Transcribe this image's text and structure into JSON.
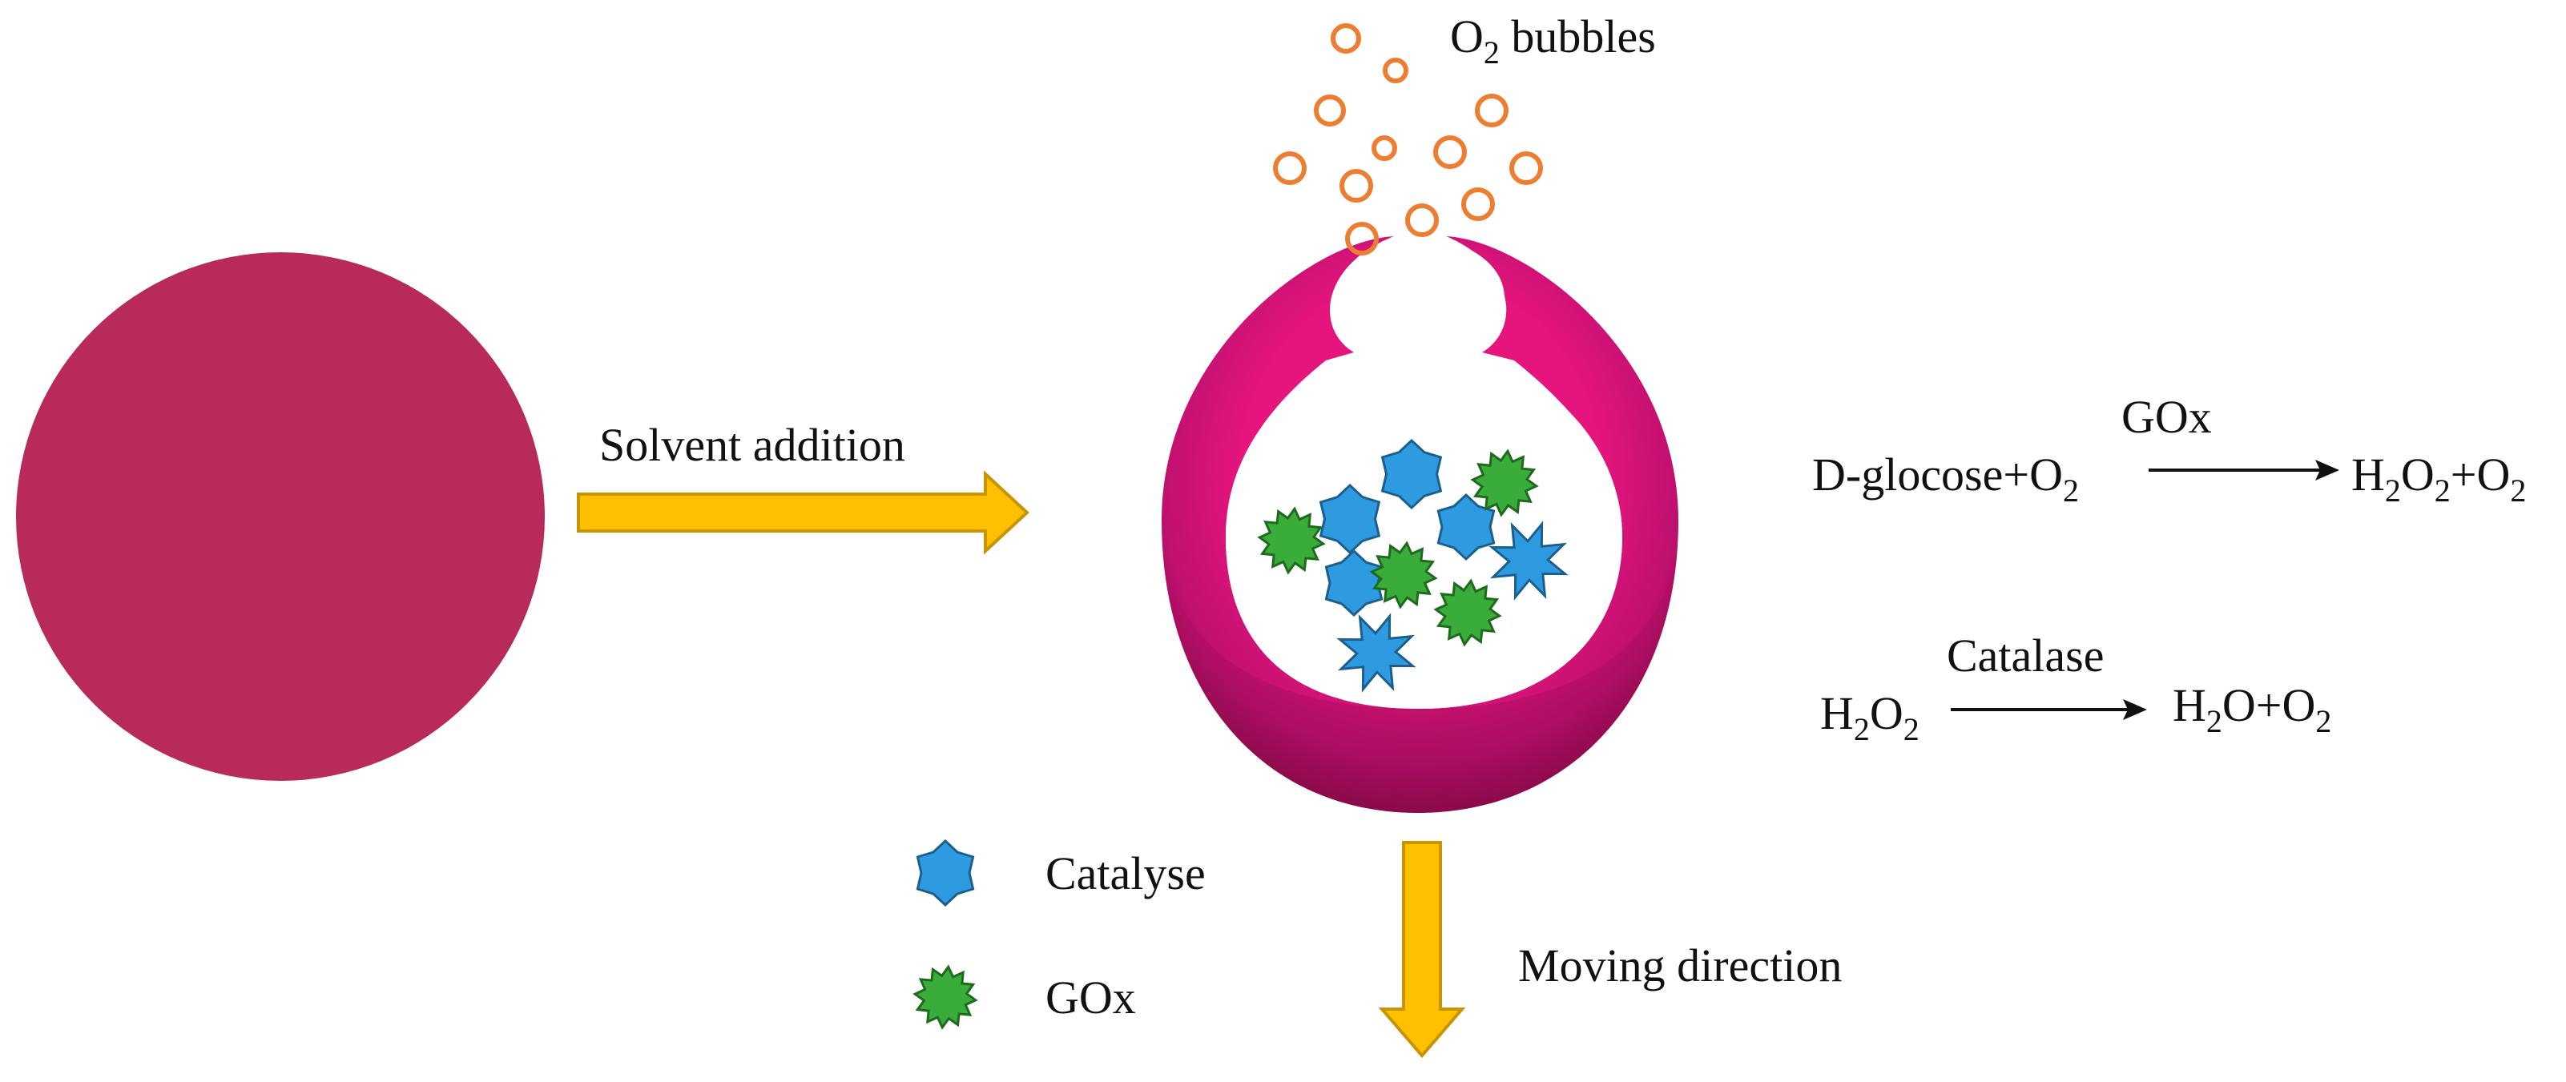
{
  "labels": {
    "solvent_addition": "Solvent addition",
    "moving_direction": "Moving direction",
    "bubbles_main": "O",
    "bubbles_sub": "2",
    "bubbles_tail": " bubbles"
  },
  "legend": [
    {
      "label": "Catalyse",
      "icon": "blue-star-icon"
    },
    {
      "label": "GOx",
      "icon": "green-star-icon"
    }
  ],
  "reaction1": {
    "enzyme": "GOx",
    "reactant_a": "D-glocose+O",
    "reactant_a_sub": "2",
    "product_a": "H",
    "product_a_sub": "2",
    "product_b": "O",
    "product_b_sub": "2",
    "product_c": "+O",
    "product_c_sub": "2"
  },
  "reaction2": {
    "enzyme": "Catalase",
    "reactant_a": "H",
    "reactant_a_sub": "2",
    "reactant_b": "O",
    "reactant_b_sub": "2",
    "product_a": "H",
    "product_a_sub": "2",
    "product_b": "O+O",
    "product_b_sub": "2"
  },
  "colors": {
    "particle": "#b82a58",
    "capsule_dark": "#8c0a48",
    "capsule_mid": "#c01070",
    "capsule_light": "#e6157e",
    "arrow_fill": "#ffc000",
    "arrow_stroke": "#c79500",
    "bubble": "#ed7d31",
    "catalase": "#2e9be0",
    "gox": "#3aac3a"
  }
}
